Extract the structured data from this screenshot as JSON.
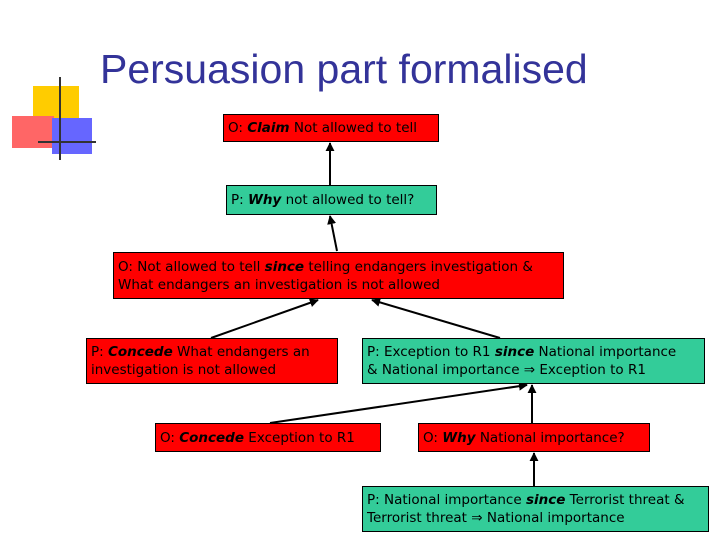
{
  "slide": {
    "title": "Persuasion part formalised"
  },
  "colors": {
    "title": "#333399",
    "opponent_node": "#ff0000",
    "proponent_node": "#33cc99",
    "deco_yellow": "#ffcc00",
    "deco_red": "#ff6666",
    "deco_blue": "#6666ff",
    "deco_line": "#333333"
  },
  "nodes": {
    "n1": {
      "pre": "O: ",
      "kw": "Claim",
      "post": " Not allowed to tell"
    },
    "n2": {
      "pre": "P: ",
      "kw": "Why",
      "post": " not allowed to tell?"
    },
    "n3": {
      "pre": "O: Not allowed to tell ",
      "kw": "since",
      "post": " telling endangers investigation &",
      "line2": "What endangers an investigation is not allowed"
    },
    "n4": {
      "pre": "P: ",
      "kw": "Concede",
      "post": " What endangers an",
      "line2": "investigation is not allowed"
    },
    "n5": {
      "pre": "P: Exception to R1 ",
      "kw": "since",
      "post": " National importance",
      "line2": "& National importance ⇒ Exception to R1"
    },
    "n6": {
      "pre": "O: ",
      "kw": "Concede",
      "post": " Exception to R1"
    },
    "n7": {
      "pre": "O: ",
      "kw": "Why",
      "post": " National importance?"
    },
    "n8": {
      "pre": "P: National importance ",
      "kw": "since",
      "post": " Terrorist threat &",
      "line2": "Terrorist threat ⇒ National importance"
    }
  }
}
